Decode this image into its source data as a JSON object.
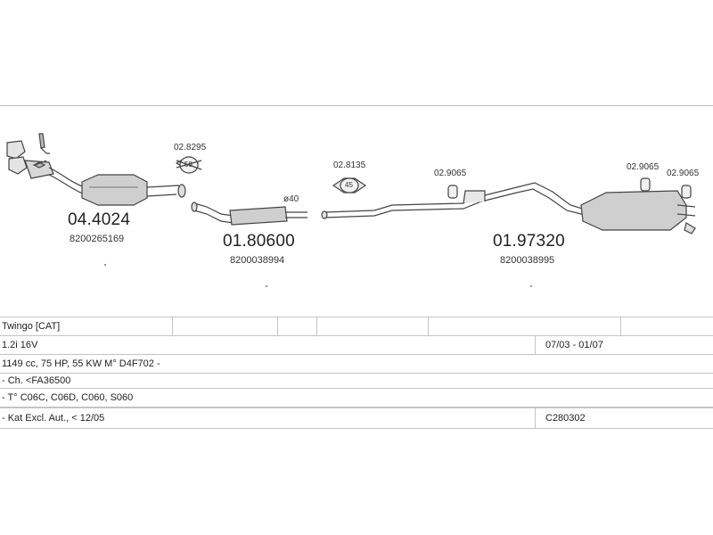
{
  "parts": [
    {
      "code": "04.4024",
      "oem": "8200265169"
    },
    {
      "code": "01.80600",
      "oem": "8200038994"
    },
    {
      "code": "01.97320",
      "oem": "8200038995"
    }
  ],
  "fittings": [
    {
      "code": "02.8295",
      "badge": "58"
    },
    {
      "code": "02.8135",
      "badge": "45"
    },
    {
      "code": "02.9065"
    },
    {
      "code": "02.9065"
    },
    {
      "code": "02.9065"
    }
  ],
  "pipe_diameter": "ø40",
  "vehicle": {
    "model": "Twingo  [CAT]",
    "engine": "1.2i 16V",
    "years": "07/03 - 01/07",
    "specs": "1149 cc, 75 HP, 55 KW M° D4F702 -",
    "chassis": "- Ch. <FA36500",
    "types": "- T° C06C, C06D, C060, S060",
    "notes": "- Kat Excl. Aut., < 12/05",
    "catalog_code": "C280302"
  }
}
